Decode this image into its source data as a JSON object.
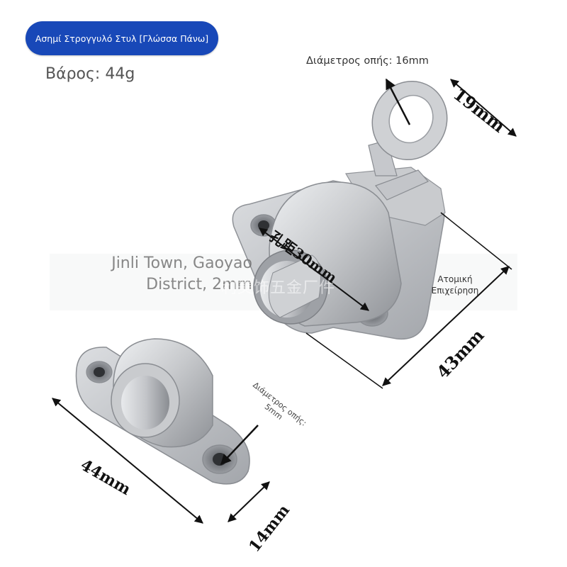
{
  "variant_badge": "Ασημί Στρογγυλό Στυλ [Γλώσσα Πάνω]",
  "weight": "Βάρος: 44g",
  "captions": {
    "hole_diameter_top": "Διάμετρος οπής: 16mm",
    "atomic_line1": "Ατομική",
    "atomic_line2": "Επιχείρηση",
    "hole_diameter_small_line1": "Διάμετρος οπής:",
    "hole_diameter_small_line2": "5mm"
  },
  "watermark": {
    "line1": "Jinli Town, Gaoyao",
    "line2": "District, 2mm",
    "cn": "利美饰五金厂件"
  },
  "dimensions": {
    "ring_width": "19mm",
    "hole_spacing": "孔距30mm",
    "latch_length": "43mm",
    "keeper_length": "44mm",
    "keeper_width": "14mm"
  },
  "colors": {
    "badge": "#1848b8",
    "metal": "#c2c4c8",
    "metal_shadow": "#8d9096",
    "metal_highlight": "#eef0f2"
  }
}
